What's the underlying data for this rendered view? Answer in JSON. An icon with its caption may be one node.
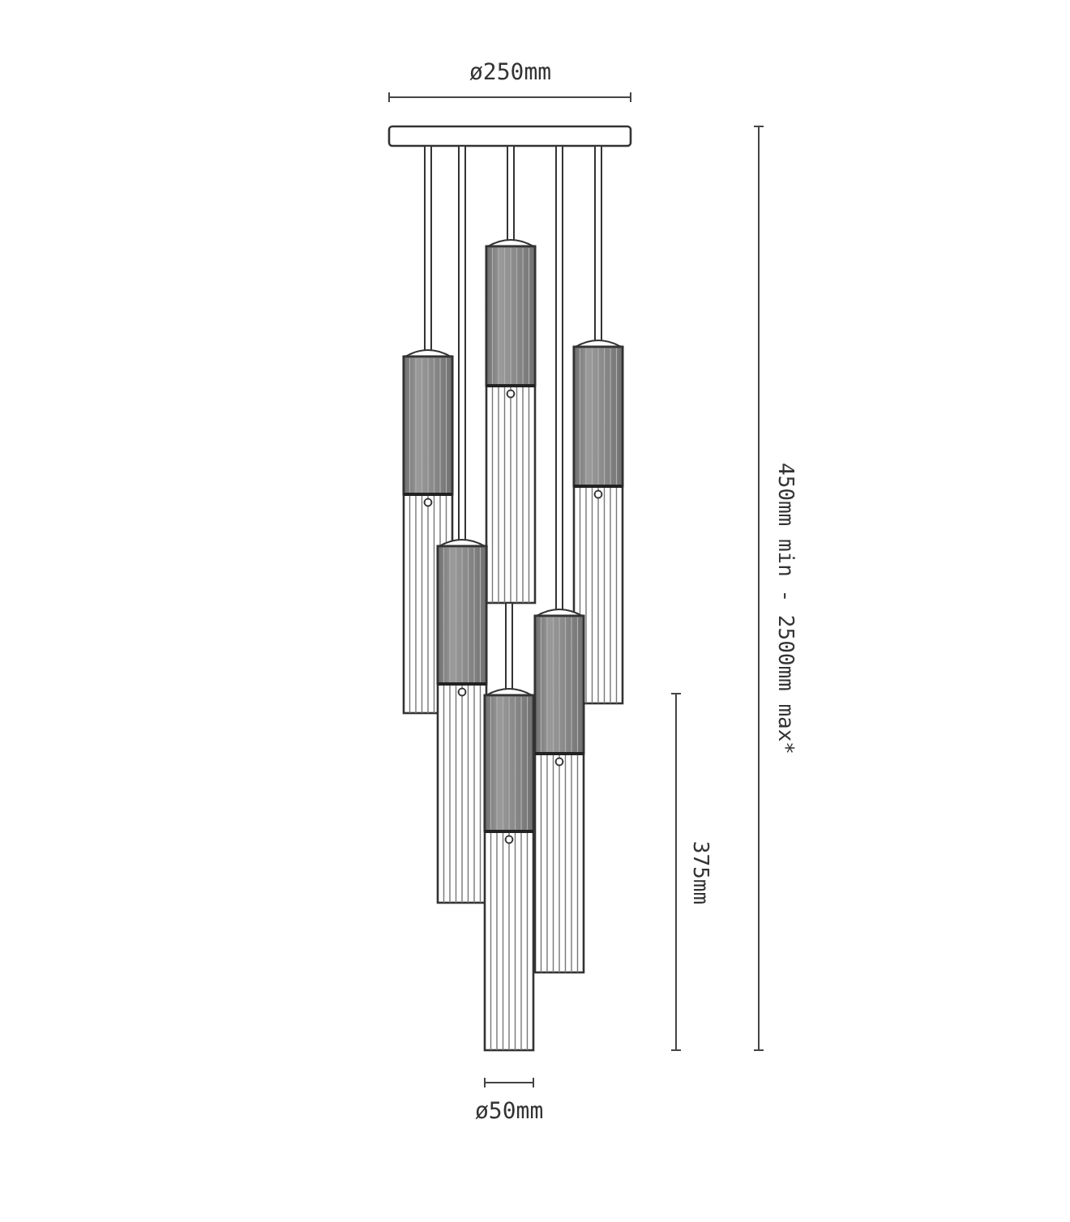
{
  "diagram": {
    "labels": [
      "ø250mm",
      "450mm min - 2500mm max*",
      "375mm",
      "ø50mm"
    ]
  }
}
